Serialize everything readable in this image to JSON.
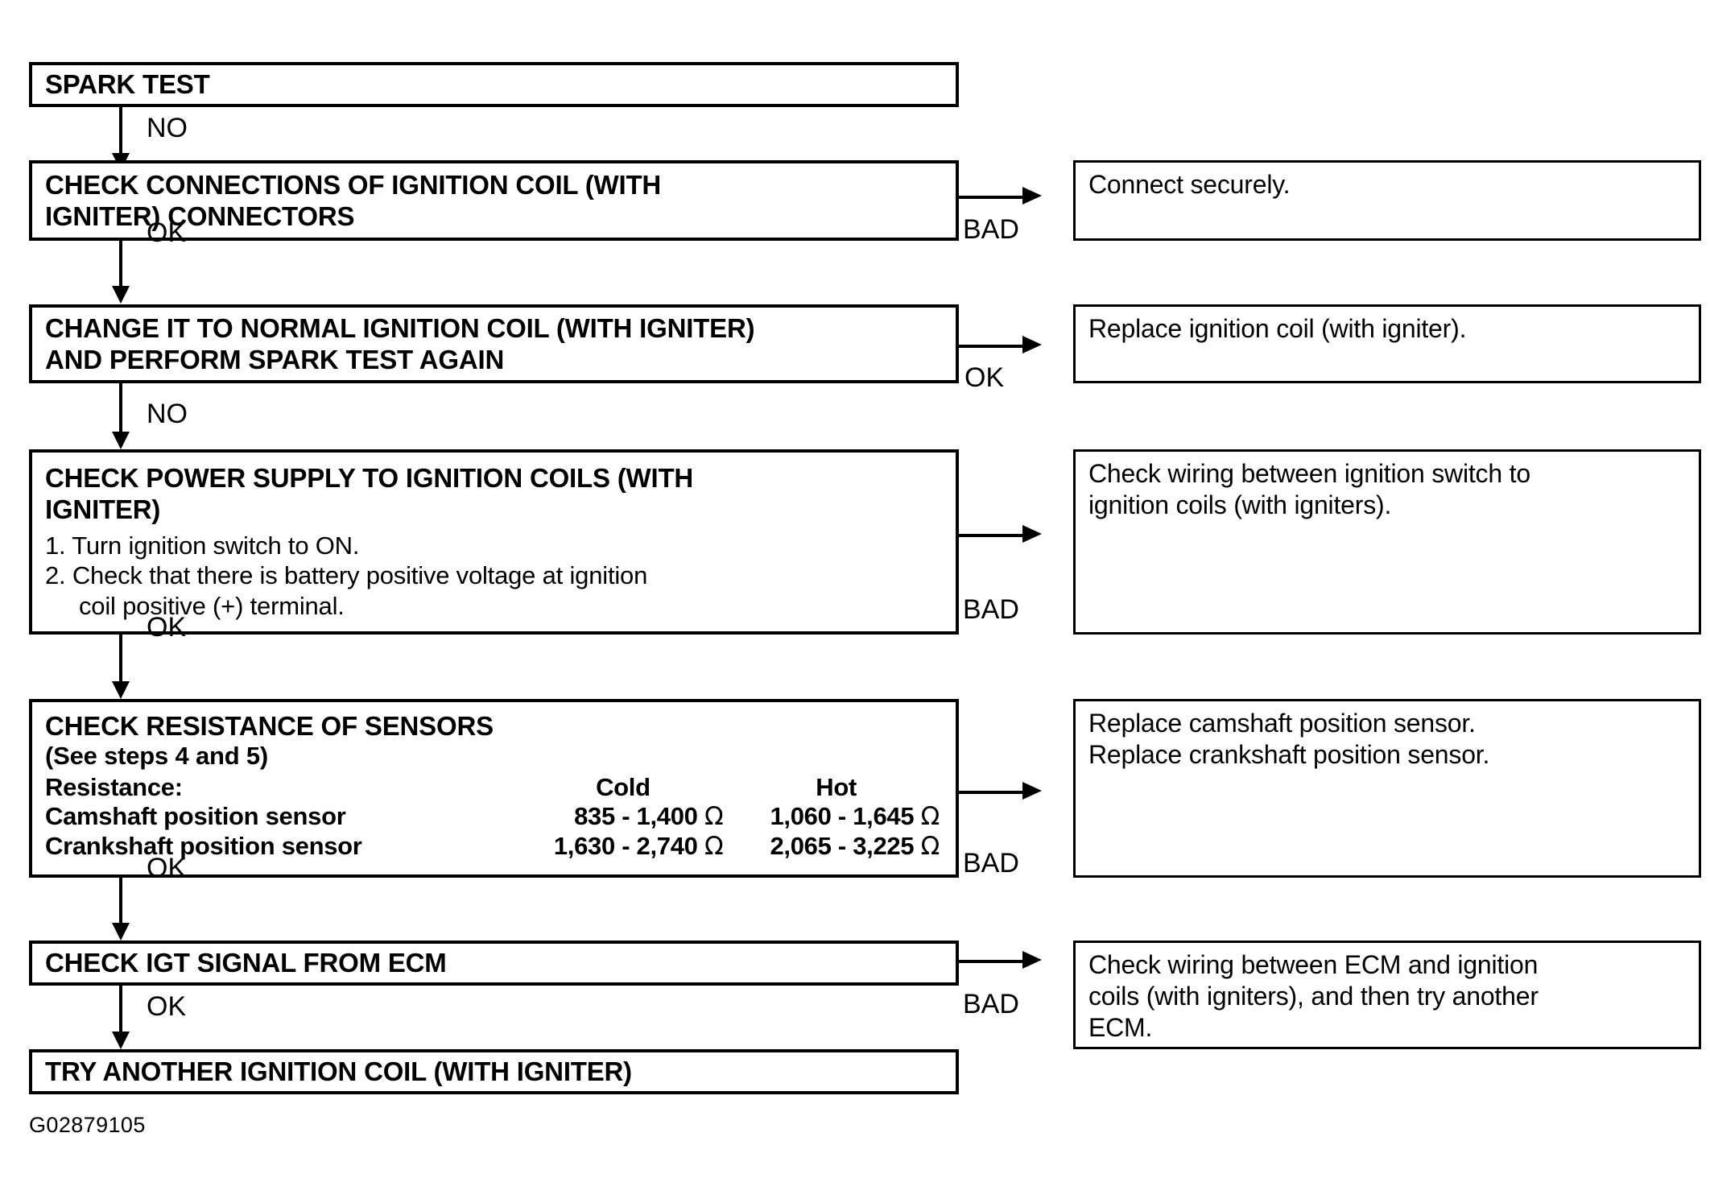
{
  "figure": {
    "code": "G02879105",
    "type": "troubleshooting-flowchart"
  },
  "nodes": {
    "spark_test": "SPARK TEST",
    "check_connections": "CHECK CONNECTIONS OF IGNITION COIL (WITH\nIGNITER) CONNECTORS",
    "change_coil": "CHANGE IT TO NORMAL IGNITION COIL (WITH IGNITER)\nAND PERFORM SPARK TEST AGAIN",
    "check_power_title": "CHECK POWER SUPPLY TO IGNITION COILS (WITH\nIGNITER)",
    "check_power_step1": "1. Turn ignition switch to ON.",
    "check_power_step2": "2. Check that there is battery positive voltage at ignition\n    coil positive (+) terminal.",
    "check_resistance_title": "CHECK RESISTANCE OF SENSORS",
    "check_resistance_note": "(See steps 4 and 5)",
    "check_igt": "CHECK IGT SIGNAL FROM ECM",
    "try_another_coil": "TRY ANOTHER IGNITION COIL (WITH IGNITER)"
  },
  "resistance_table": {
    "row_label": "Resistance:",
    "columns": [
      "Cold",
      "Hot"
    ],
    "rows": [
      {
        "sensor": "Camshaft position sensor",
        "cold": "835 - 1,400",
        "hot": "1,060 - 1,645",
        "unit": "Ω"
      },
      {
        "sensor": "Crankshaft position sensor",
        "cold": "1,630 - 2,740",
        "hot": "2,065 - 3,225",
        "unit": "Ω"
      }
    ]
  },
  "outcomes": {
    "connect_securely": "Connect securely.",
    "replace_coil": "Replace ignition coil (with igniter).",
    "check_wiring_switch": "Check wiring between ignition switch to\nignition coils (with igniters).",
    "replace_sensors_line1": "Replace camshaft position sensor.",
    "replace_sensors_line2": "Replace crankshaft position sensor.",
    "check_wiring_ecm": "Check wiring between ECM and ignition\ncoils (with igniters), and then try another\nECM."
  },
  "edge_labels": {
    "no_1": "NO",
    "ok_1": "OK",
    "no_2": "NO",
    "ok_2": "OK",
    "ok_3": "OK",
    "ok_4": "OK",
    "bad_1": "BAD",
    "ok_branch_2": "OK",
    "bad_2": "BAD",
    "bad_3": "BAD",
    "bad_4": "BAD"
  }
}
